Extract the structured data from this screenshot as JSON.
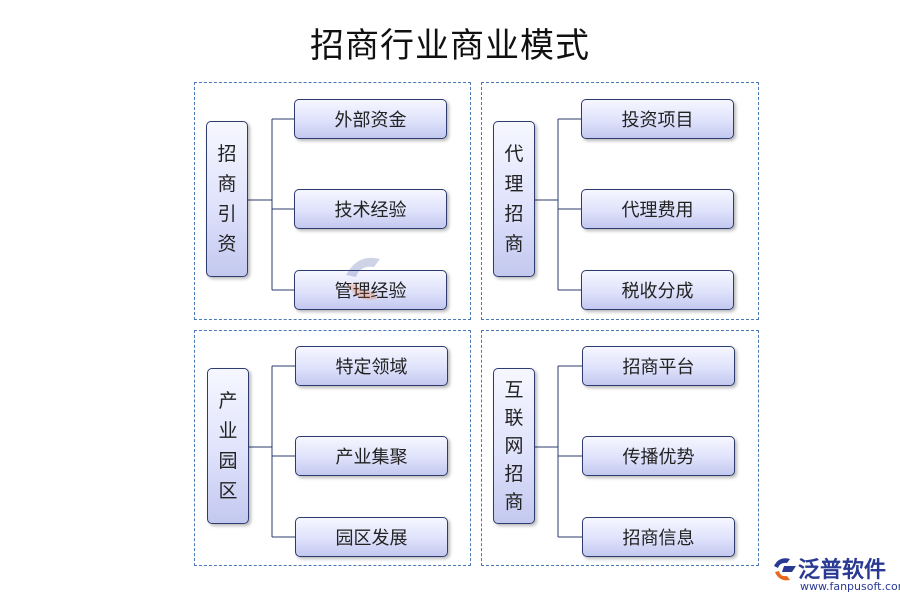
{
  "title": "招商行业商业模式",
  "groups": [
    {
      "label": [
        "招",
        "商",
        "引",
        "资"
      ],
      "items": [
        "外部资金",
        "技术经验",
        "管理经验"
      ]
    },
    {
      "label": [
        "代",
        "理",
        "招",
        "商"
      ],
      "items": [
        "投资项目",
        "代理费用",
        "税收分成"
      ]
    },
    {
      "label": [
        "产",
        "业",
        "园",
        "区"
      ],
      "items": [
        "特定领域",
        "产业集聚",
        "园区发展"
      ]
    },
    {
      "label": [
        "互",
        "联",
        "网",
        "招",
        "商"
      ],
      "items": [
        "招商平台",
        "传播优势",
        "招商信息"
      ]
    }
  ],
  "logo": {
    "name": "泛普软件",
    "url": "www.fanpusoft.com"
  },
  "colors": {
    "panel_border": "#4a79b7",
    "box_border": "#2d3b6e",
    "box_fill_top": "#f6f7ff",
    "box_fill_bottom": "#c3c8ef",
    "connector": "#2d3b6e",
    "logo": "#2a3a93",
    "logo_accent": "#e8681e"
  }
}
